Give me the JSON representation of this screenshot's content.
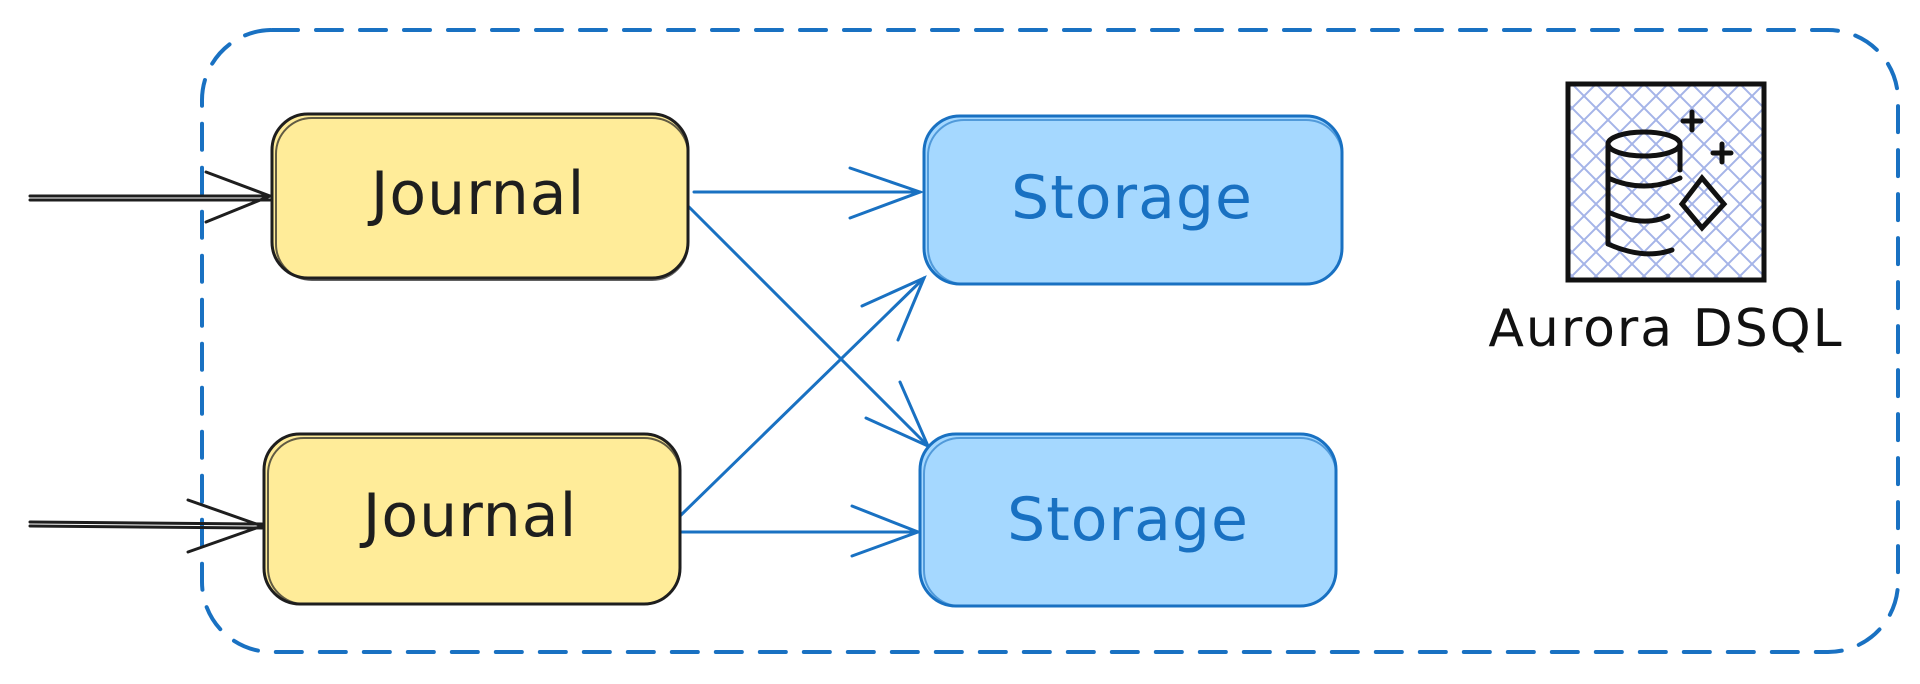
{
  "diagram": {
    "journals": [
      {
        "label": "Journal"
      },
      {
        "label": "Journal"
      }
    ],
    "storages": [
      {
        "label": "Storage"
      },
      {
        "label": "Storage"
      }
    ],
    "logo": {
      "label": "Aurora DSQL",
      "icon": "database-icon"
    },
    "colors": {
      "journal_fill": "#ffec99",
      "journal_stroke": "#1e1e1e",
      "storage_fill": "#a5d8ff",
      "storage_stroke": "#1971c2",
      "arrow_blue": "#1971c2",
      "arrow_black": "#1e1e1e",
      "boundary": "#1971c2",
      "logo_hatch": "#a5b4e8"
    }
  }
}
